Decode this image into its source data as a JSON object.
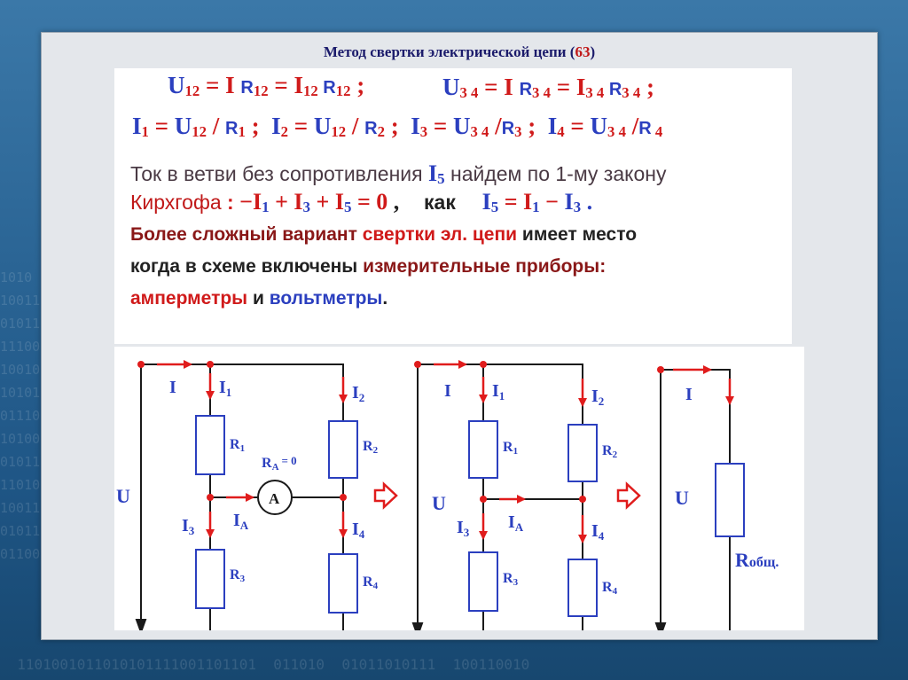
{
  "slide": {
    "title": "Метод свертки электрической цепи (",
    "title_num": "63",
    "title_end": ")"
  },
  "formulas": {
    "line1": {
      "U": "U",
      "s12": "12",
      "eqI": " = I ",
      "R": "R",
      "r12": "12",
      "eq2": " = I",
      "i12": "12",
      "R2": " R",
      "r12b": "12",
      "semi": " ;",
      "U2": "U",
      "s34": "3 4",
      "eqI2": " = I ",
      "R3": "R",
      "r34": "3 4",
      "eq3": " = I",
      "i34": "3 4",
      "R4": " R",
      "r34b": "3 4",
      "semi2": " ;"
    },
    "line2": [
      {
        "I": "I",
        "n": "1",
        "eq": " = ",
        "U": "U",
        "u": "12",
        "sl": " / ",
        "R": "R",
        "r": "1",
        "end": " ;"
      },
      {
        "I": "I",
        "n": "2",
        "eq": " = ",
        "U": "U",
        "u": "12",
        "sl": " / ",
        "R": "R",
        "r": "2",
        "end": " ;"
      },
      {
        "I": "I",
        "n": "3",
        "eq": " = ",
        "U": "U",
        "u": "3 4",
        "sl": " /",
        "R": "R",
        "r": "3",
        "end": " ;"
      },
      {
        "I": "I",
        "n": "4",
        "eq": " = ",
        "U": "U",
        "u": "3 4",
        "sl": " /",
        "R": "R",
        "r": " 4",
        "end": ""
      }
    ]
  },
  "text": {
    "line3_a": "Ток в ветви без сопротивления ",
    "line3_I": "I",
    "line3_n": "5",
    "line3_b": " найдем по 1-му закону",
    "line4_a": "Кирхгофа",
    "line4_colon": " : ",
    "line4_eq": "−I",
    "line4_eq_n1": "1",
    "line4_eq_b": " + I",
    "line4_eq_n3": "3",
    "line4_eq_c": " + I",
    "line4_eq_n5": "5",
    "line4_eq_d": " = 0",
    "line4_comma": " ,",
    "line4_kak": "как",
    "line4_r": "I",
    "line4_r_n5": "5",
    "line4_r_b": " = I",
    "line4_r_n1": "1",
    "line4_r_c": " − ",
    "line4_r_I": "I",
    "line4_r_n3": "3",
    "line4_dot": " .",
    "line5_a": "Более сложный вариант ",
    "line5_b": "свертки эл. цепи",
    "line5_c": " имеет место",
    "line6_a": "когда в схеме включены ",
    "line6_b": "измерительные приборы:",
    "line7_a": "амперметры",
    "line7_b": " и ",
    "line7_c": "вольтметры",
    "line7_d": "."
  },
  "diagram": {
    "I": "I",
    "I1": "I",
    "n1": "1",
    "I2": "I",
    "n2": "2",
    "I3": "I",
    "n3": "3",
    "I4": "I",
    "n4": "4",
    "IA": "I",
    "nA": "A",
    "R1": "R",
    "r1": "1",
    "R2": "R",
    "r2": "2",
    "R3": "R",
    "r3": "3",
    "R4": "R",
    "r4": "4",
    "RA": "R",
    "RA_sub": "A",
    "RA_val": "= 0",
    "ammeter": "A",
    "U": "U",
    "Robsh": "R",
    "Robsh_sub": "общ."
  },
  "colors": {
    "wire": "#1a1a1a",
    "arrow": "#e01c1c",
    "node": "#e01c1c",
    "resistor": "#2b3fbf",
    "label": "#2b3fbf"
  }
}
